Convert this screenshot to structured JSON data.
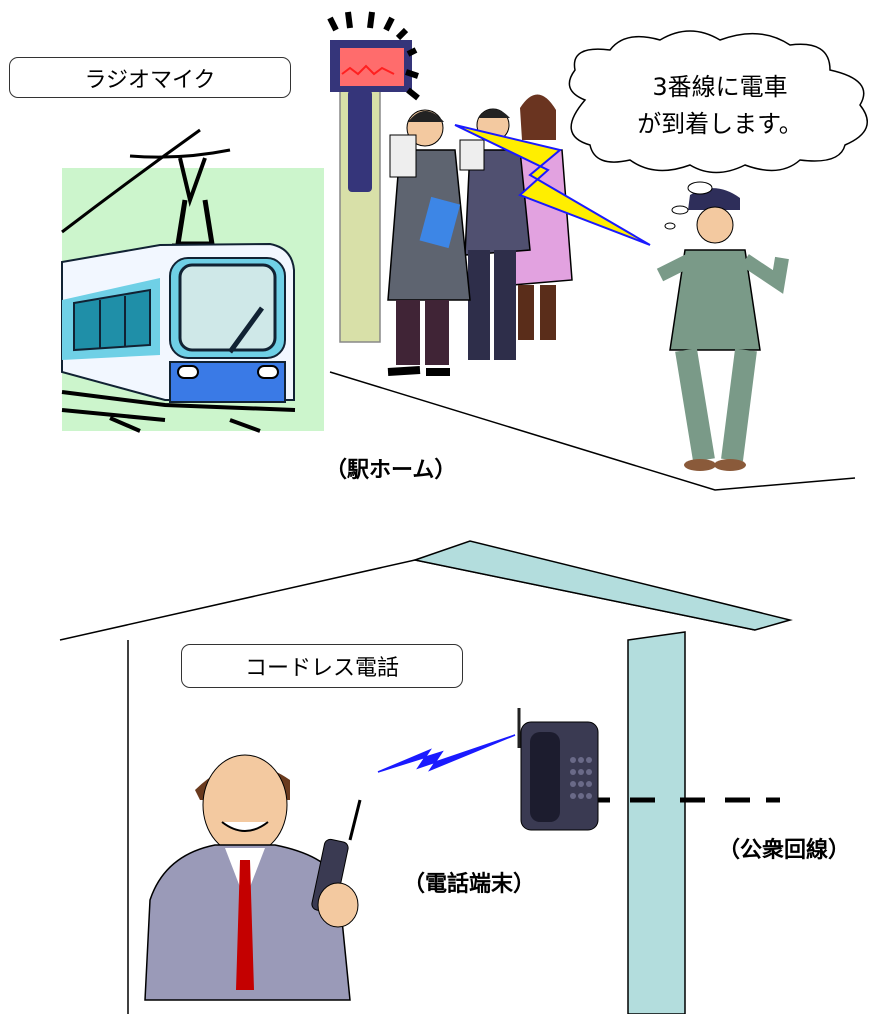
{
  "scene_top": {
    "label": "ラジオマイク",
    "bubble_line1": "3番線に電車",
    "bubble_line2": "が到着します。",
    "caption": "（駅ホーム）"
  },
  "scene_bottom": {
    "label": "コードレス電話",
    "caption_phone": "（電話端末）",
    "caption_line": "（公衆回線）"
  },
  "colors": {
    "tram_bg": "#ccf5cc",
    "tram_body": "#6fd0e6",
    "pillar": "#d8e0a8",
    "sign_panel": "#ff6c6c",
    "house_wall": "#b3dddd",
    "signal": "#1a1aff",
    "bolt": "#ffee00"
  }
}
